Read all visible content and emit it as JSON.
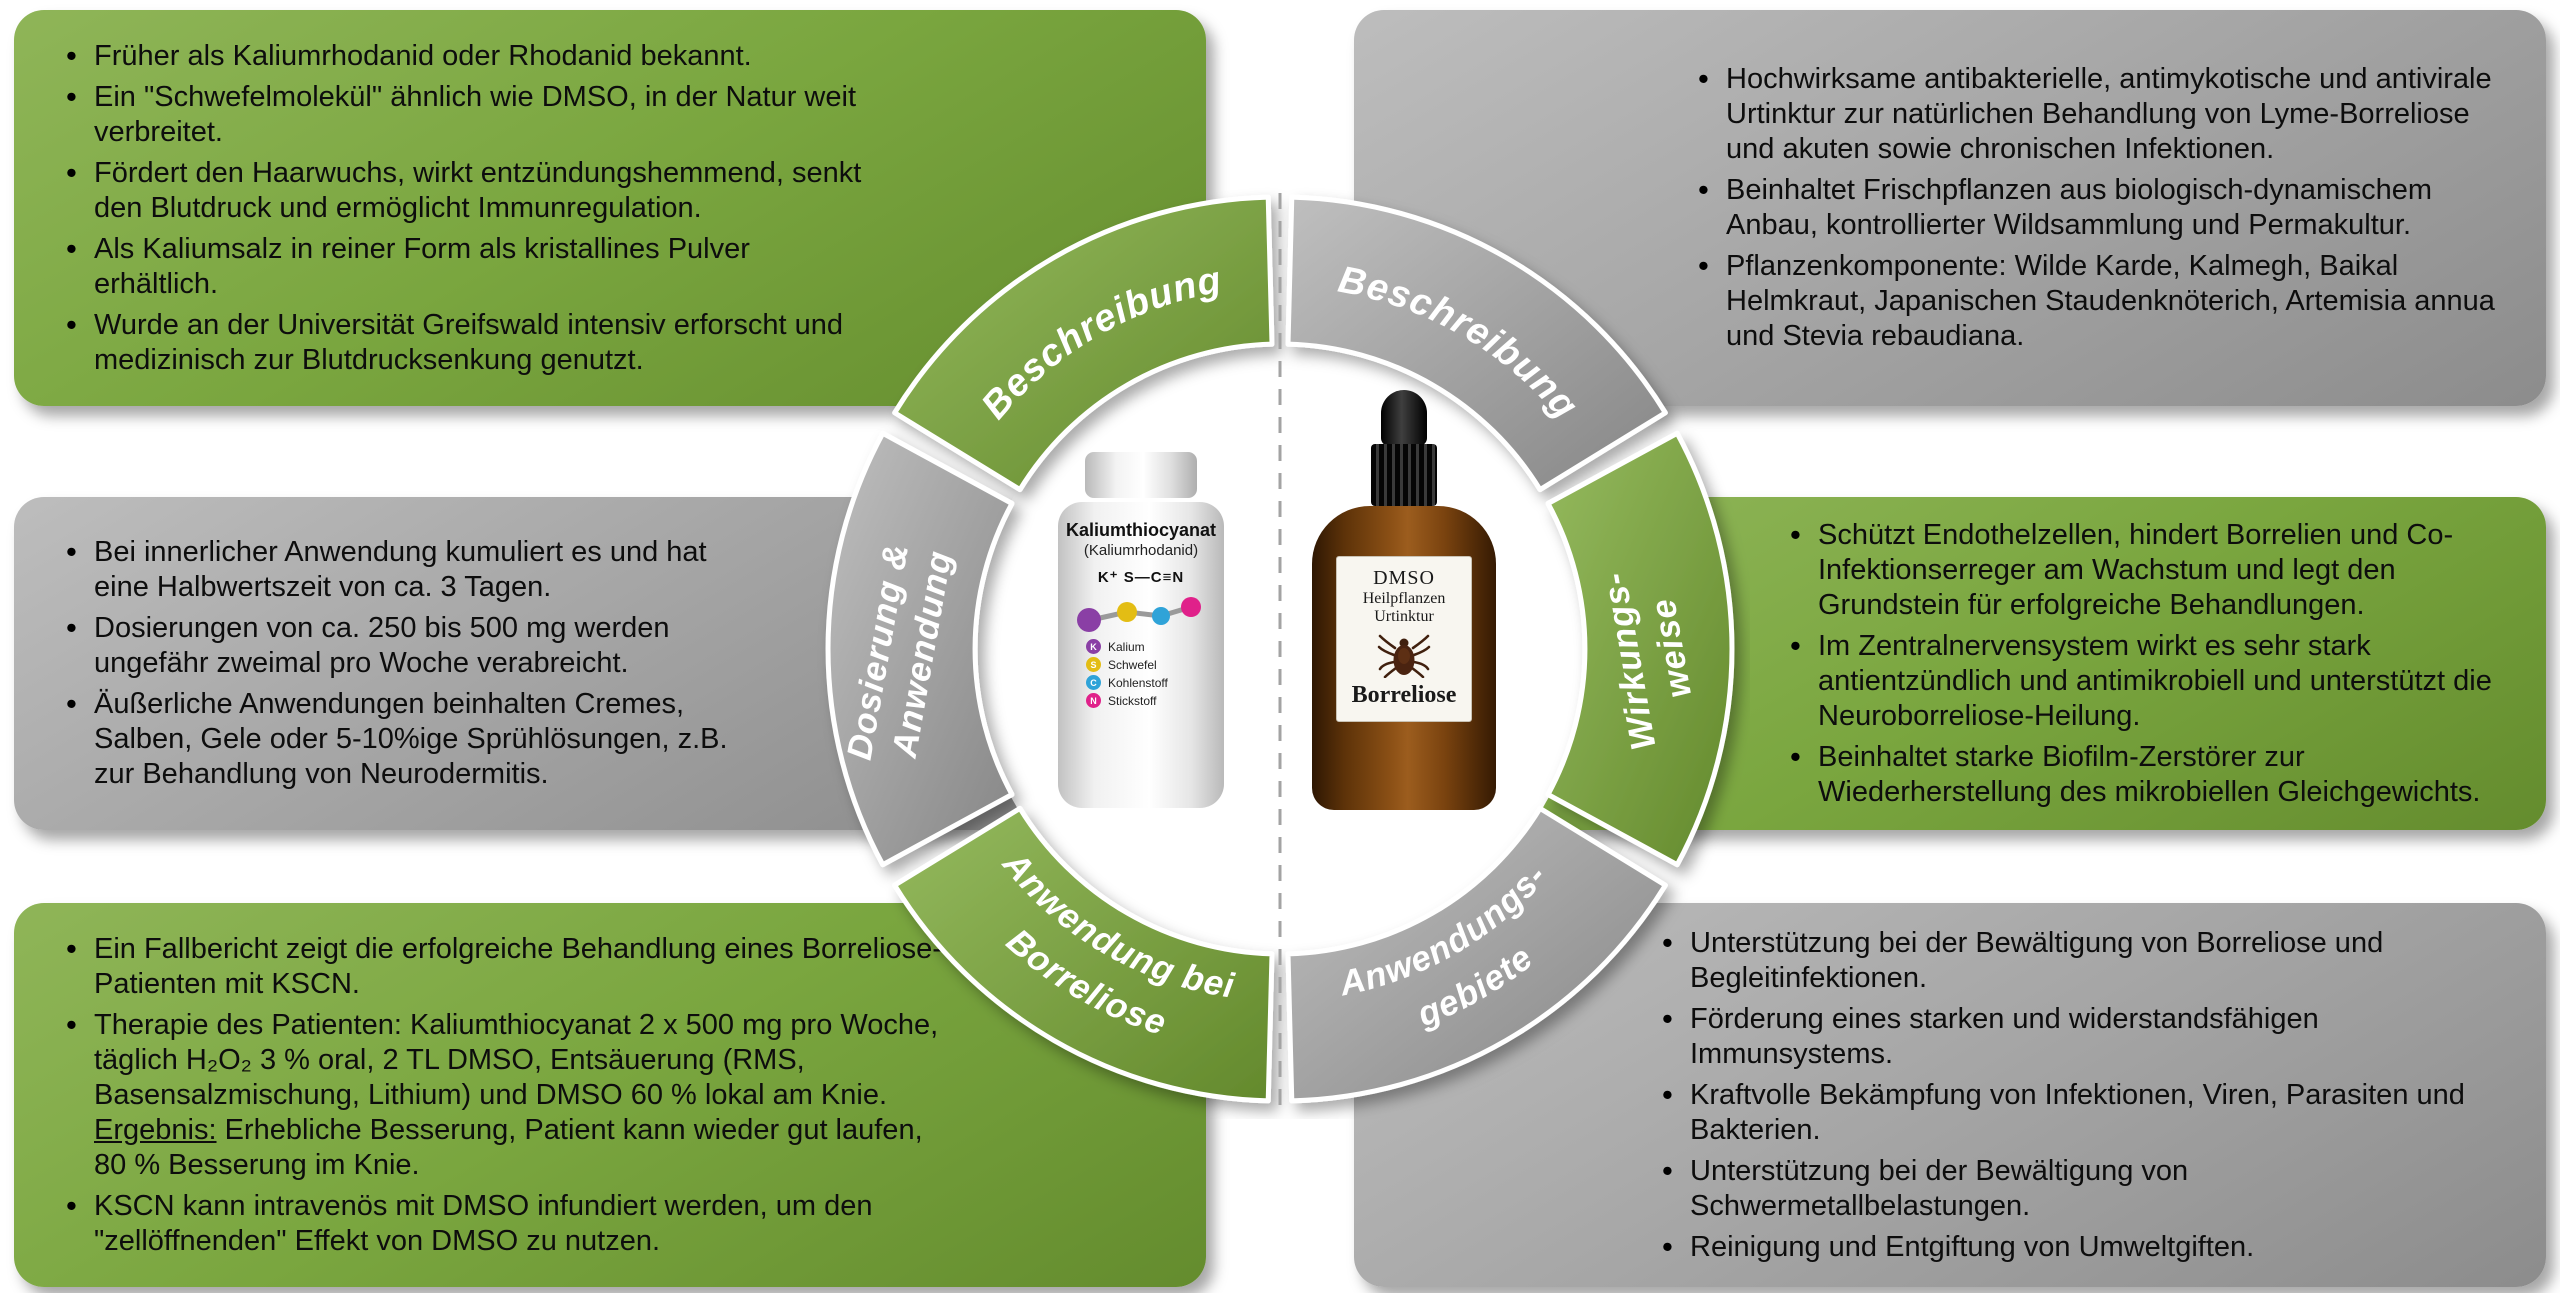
{
  "colors": {
    "green": "#7aa63f",
    "gray": "#a6a6a6",
    "ring_text": "#ffffff"
  },
  "ring": {
    "beschreibung_left": "Beschreibung",
    "beschreibung_right": "Beschreibung",
    "dosierung_line1": "Dosierung &",
    "dosierung_line2": "Anwendung",
    "wirkungsweise_line1": "Wirkungs-",
    "wirkungsweise_line2": "weise",
    "anwendung_borreliose_line1": "Anwendung bei",
    "anwendung_borreliose_line2": "Borreliose",
    "anwendungsgebiete_line1": "Anwendungs-",
    "anwendungsgebiete_line2": "gebiete"
  },
  "boxes": {
    "top_left": {
      "items": [
        "Früher als Kaliumrhodanid oder Rhodanid bekannt.",
        "Ein \"Schwefelmolekül\" ähnlich wie DMSO, in der Natur weit verbreitet.",
        "Fördert den Haarwuchs, wirkt entzündungshemmend, senkt den Blutdruck und ermöglicht Immunregulation.",
        "Als Kaliumsalz in reiner Form als kristallines Pulver erhältlich.",
        "Wurde an der Universität Greifswald intensiv erforscht und medizinisch zur Blutdrucksenkung genutzt."
      ]
    },
    "middle_left": {
      "items": [
        "Bei innerlicher Anwendung kumuliert es und hat eine Halbwertszeit von ca. 3 Tagen.",
        "Dosierungen von ca. 250 bis 500 mg werden ungefähr zweimal pro Woche verabreicht.",
        "Äußerliche Anwendungen beinhalten Cremes, Salben, Gele oder 5-10%ige Sprühlösungen, z.B. zur Behandlung von Neurodermitis."
      ]
    },
    "bottom_left": {
      "item1": "Ein Fallbericht zeigt die erfolgreiche Behandlung eines Borreliose-Patienten mit KSCN.",
      "item2_part1": "Therapie des Patienten: Kaliumthiocyanat 2 x 500 mg pro Woche, täglich H₂O₂ 3 % oral, 2 TL DMSO, Entsäuerung (RMS, Basensalzmischung, Lithium) und DMSO 60 % lokal am Knie. ",
      "item2_underline": "Ergebnis:",
      "item2_part2": " Erhebliche Besserung, Patient kann wieder gut laufen, 80 % Besserung im Knie.",
      "item3": "KSCN kann intravenös mit DMSO infundiert werden, um den \"zellöffnenden\" Effekt von DMSO zu nutzen."
    },
    "top_right": {
      "items": [
        "Hochwirksame antibakterielle, antimykotische und antivirale Urtinktur zur natürlichen Behandlung von Lyme-Borreliose und akuten sowie chronischen Infektionen.",
        "Beinhaltet Frischpflanzen aus biologisch-dynamischem Anbau, kontrollierter Wildsammlung und Permakultur.",
        "Pflanzenkomponente: Wilde Karde, Kalmegh, Baikal Helmkraut, Japanischen Staudenknöterich, Artemisia annua und Stevia rebaudiana."
      ]
    },
    "middle_right": {
      "items": [
        "Schützt Endothelzellen, hindert Borrelien und Co-Infektionserreger am Wachstum und legt den Grundstein für erfolgreiche Behandlungen.",
        "Im Zentralnervensystem wirkt es sehr stark antientzündlich und antimikrobiell und unterstützt die Neuroborreliose-Heilung.",
        "Beinhaltet starke Biofilm-Zerstörer zur Wiederherstellung des mikrobiellen Gleichgewichts."
      ]
    },
    "bottom_right": {
      "items": [
        "Unterstützung bei der Bewältigung von Borreliose und Begleitinfektionen.",
        "Förderung eines starken und widerstandsfähigen Immunsystems.",
        "Kraftvolle Bekämpfung von Infektionen, Viren, Parasiten und Bakterien.",
        "Unterstützung bei der Bewältigung von Schwermetallbelastungen.",
        "Reinigung und Entgiftung von Umweltgiften."
      ]
    }
  },
  "bottle_left": {
    "title": "Kaliumthiocyanat",
    "subtitle": "(Kaliumrhodanid)",
    "formula": "K⁺ S—C≡N",
    "legend": [
      {
        "symbol": "K",
        "name": "Kalium",
        "color": "#8a3fa5"
      },
      {
        "symbol": "S",
        "name": "Schwefel",
        "color": "#e3bd14"
      },
      {
        "symbol": "C",
        "name": "Kohlenstoff",
        "color": "#2fa3d8"
      },
      {
        "symbol": "N",
        "name": "Stickstoff",
        "color": "#e0218a"
      }
    ]
  },
  "bottle_right": {
    "label_line1": "DMSO",
    "label_line2": "Heilpflanzen",
    "label_line3": "Urtinktur",
    "product_name": "Borreliose"
  }
}
